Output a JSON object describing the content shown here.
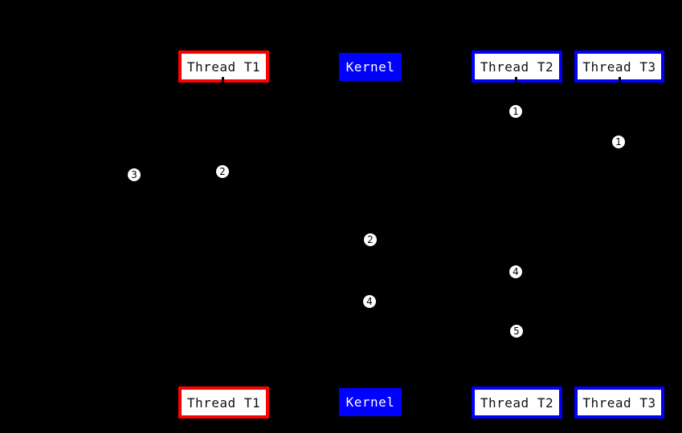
{
  "diagram": {
    "type": "sequence-diagram",
    "background_color": "#000000",
    "note": "lifelines and message arrows are drawn black on black (not visible)"
  },
  "colors": {
    "highlight_red": "#ff0000",
    "participant_blue": "#0000ff",
    "box_fill": "#ffffff",
    "box_text": "#111111",
    "kernel_text": "#ffffff",
    "marker_fill": "#ffffff",
    "marker_text": "#000000"
  },
  "participants": [
    {
      "id": "thread-t1",
      "label": "Thread T1",
      "border_color": "#ff0000",
      "fill": "#ffffff",
      "text_color": "#111111"
    },
    {
      "id": "kernel",
      "label": "Kernel",
      "border_color": "#0000ff",
      "fill": "#0000ff",
      "text_color": "#ffffff"
    },
    {
      "id": "thread-t2",
      "label": "Thread T2",
      "border_color": "#0000ff",
      "fill": "#ffffff",
      "text_color": "#111111"
    },
    {
      "id": "thread-t3",
      "label": "Thread T3",
      "border_color": "#0000ff",
      "fill": "#ffffff",
      "text_color": "#111111"
    }
  ],
  "step_markers": [
    {
      "label": "1",
      "lifeline": "thread-t2"
    },
    {
      "label": "1",
      "lifeline": "thread-t3"
    },
    {
      "label": "3",
      "lifeline": "left-of-thread-t1"
    },
    {
      "label": "2",
      "lifeline": "thread-t1"
    },
    {
      "label": "2",
      "lifeline": "kernel"
    },
    {
      "label": "4",
      "lifeline": "thread-t2"
    },
    {
      "label": "4",
      "lifeline": "kernel"
    },
    {
      "label": "5",
      "lifeline": "thread-t2"
    }
  ]
}
